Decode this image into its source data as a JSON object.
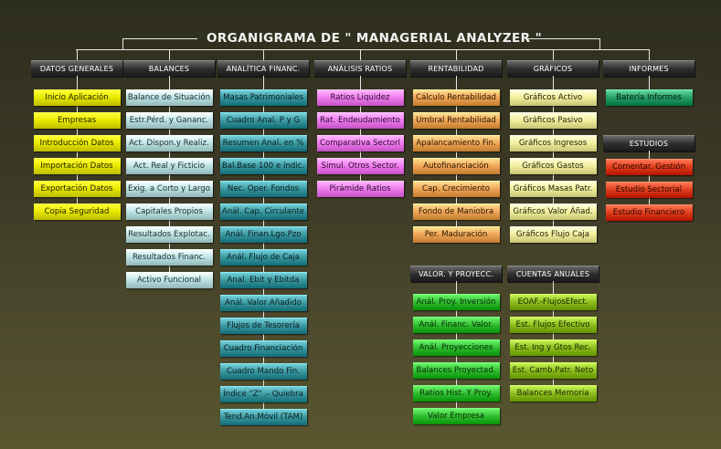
{
  "title": "ORGANIGRAMA  DE  \" MANAGERIAL  ANALYZER \"",
  "colors": {
    "yellow": "#e9e900",
    "light_cyan": "#bfe4e6",
    "teal": "#3d9aa3",
    "magenta": "#f07ef0",
    "orange": "#f0a85a",
    "pale_yellow": "#f3f0a0",
    "green": "#2aa06a",
    "red": "#e2401e",
    "lime": "#90c020",
    "bright_green": "#34c034"
  },
  "columns": [
    {
      "header": "DATOS GENERALES",
      "color": "yellow",
      "text": "#202000",
      "items": [
        "Inicio Aplicación",
        "Empresas",
        "Introducción Datos",
        "Importación Datos",
        "Exportación Datos",
        "Copia Seguridad"
      ]
    },
    {
      "header": "BALANCES",
      "color": "light_cyan",
      "text": "#1a2a2c",
      "items": [
        "Balance de Situación",
        "Estr.Pérd. y Gananc.",
        "Act. Dispon.y Realiz.",
        "Act. Real y Ficticio",
        "Exig. a Corto y Largo",
        "Capitales Propios",
        "Resultados Explotac.",
        "Resultados Financ.",
        "Activo Funcional"
      ]
    },
    {
      "header": "ANALÍTICA FINANC.",
      "color": "teal",
      "text": "#0c1c1e",
      "items": [
        "Masas Patrimoniales",
        "Cuadro Anal. P y G",
        "Resumen Anal. en %",
        "Bal.Base 100 e índic.",
        "Nec. Oper. Fondos",
        "Anál. Cap. Circulante",
        "Anál. Finan.Lgo.Pzo",
        "Anál. Flujo de Caja",
        "Anal. Ebit y Ebitda",
        "Anál. Valor Añadido",
        "Flujos de Tesorería",
        "Cuadro Financiación",
        "Cuadro Mando Fin.",
        "Índice \"Z\" .- Quiebra",
        "Tend.An.Móvil (TAM)"
      ]
    },
    {
      "header": "ANÁLISIS RATIOS",
      "color": "magenta",
      "text": "#2a0a2a",
      "items": [
        "Ratios Liquidez",
        "Rat. Endeudamiento",
        "Comparativa Sectorl",
        "Simul. Otros Sector.",
        "Pirámide Ratios"
      ]
    },
    {
      "header": "RENTABILIDAD",
      "color": "orange",
      "text": "#2a1400",
      "items": [
        "Cálculo Rentabilidad",
        "Umbral Rentabilidad",
        "Apalancamiento Fin.",
        "Autofinanciación",
        "Cap. Crecimiento",
        "Fondo de Maniobra",
        "Per. Maduración"
      ]
    },
    {
      "header": "GRÁFICOS",
      "color": "pale_yellow",
      "text": "#20200a",
      "items": [
        "Gráficos Activo",
        "Gráficos Pasivo",
        "Gráficos Ingresos",
        "Gráficos Gastos",
        "Gráficos Masas Patr.",
        "Gráficos Valor Áñad.",
        "Gráficos Flujo Caja"
      ]
    },
    {
      "header": "INFORMES",
      "color": "green",
      "text": "#04180e",
      "items": [
        "Batería Informes"
      ]
    }
  ],
  "estudios": {
    "header": "ESTUDIOS",
    "color": "red",
    "text": "#2a0600",
    "items": [
      "Comentar. Gestión",
      "Estudio Sectorial",
      "Estudio Financiero"
    ]
  },
  "valor": {
    "header": "VALOR. Y PROYECC.",
    "color": "bright_green",
    "text": "#062a06",
    "items": [
      "Anál. Proy. Inversión",
      "Anál. Financ. Valor.",
      "Anál. Proyecciones",
      "Balances Proyectad.",
      "Ratios Hist. Y Proy.",
      "Valor Empresa"
    ]
  },
  "cuentas": {
    "header": "CUENTAS ANUALES",
    "color": "lime",
    "text": "#1a2600",
    "items": [
      "EOAF.-FlujosEfect.",
      "Est. Flujos Efectivo",
      "Est. Ing y Gtos Rec.",
      "Est. Camb.Patr. Neto",
      "Balances Memoria"
    ]
  }
}
